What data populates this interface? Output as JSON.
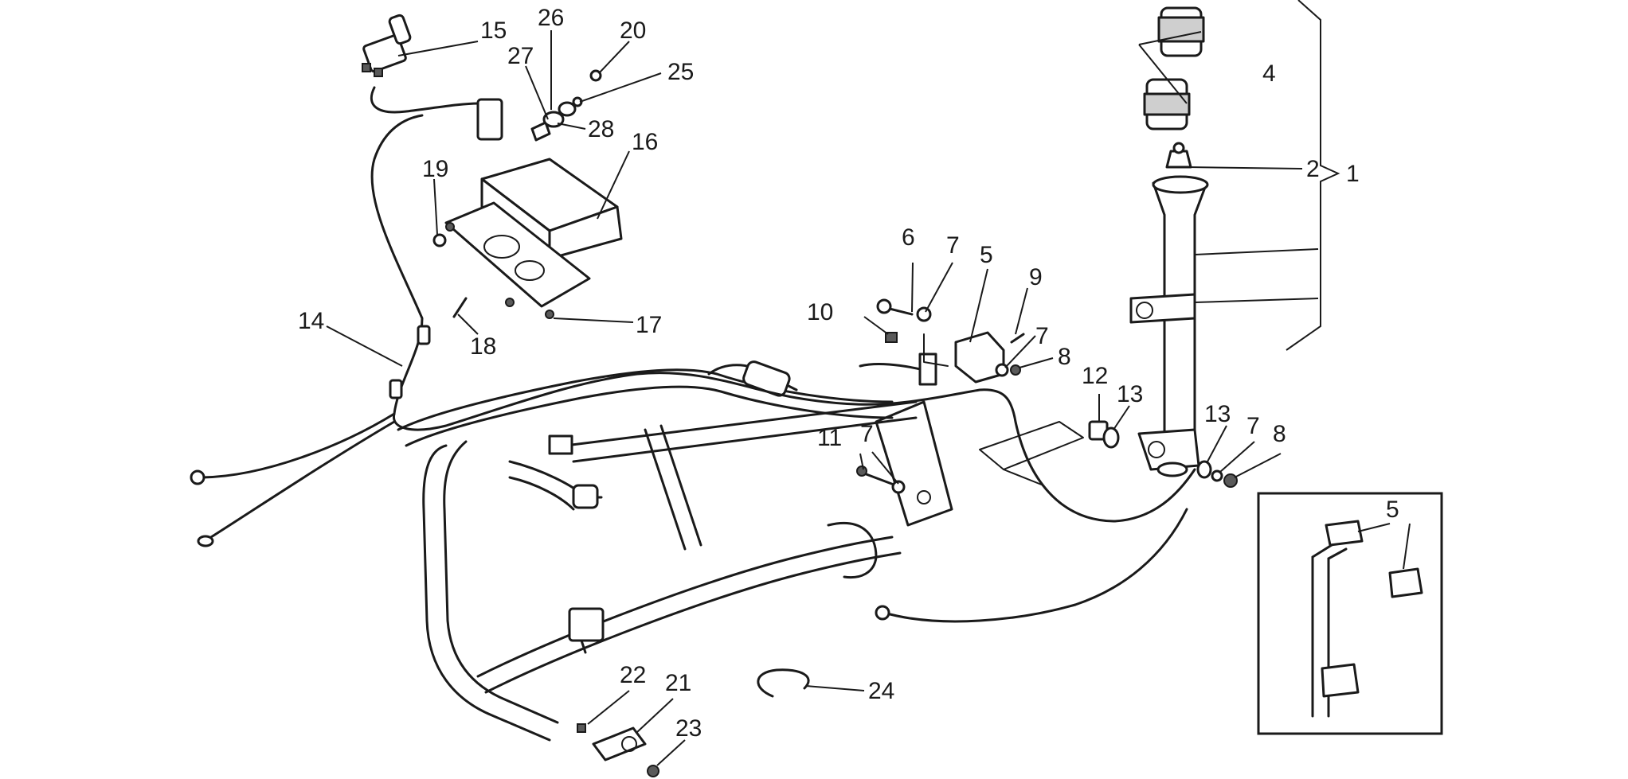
{
  "callouts": {
    "c1": "1",
    "c2": "2",
    "c4": "4",
    "c5": "5",
    "c5b": "5",
    "c6": "6",
    "c7a": "7",
    "c7b": "7",
    "c7c": "7",
    "c7d": "7",
    "c8a": "8",
    "c8b": "8",
    "c9": "9",
    "c10": "10",
    "c11": "11",
    "c12": "12",
    "c13a": "13",
    "c13b": "13",
    "c14": "14",
    "c15": "15",
    "c16": "16",
    "c17": "17",
    "c18": "18",
    "c19": "19",
    "c20": "20",
    "c21": "21",
    "c22": "22",
    "c23": "23",
    "c24": "24",
    "c25": "25",
    "c26": "26",
    "c27": "27",
    "c28": "28"
  }
}
